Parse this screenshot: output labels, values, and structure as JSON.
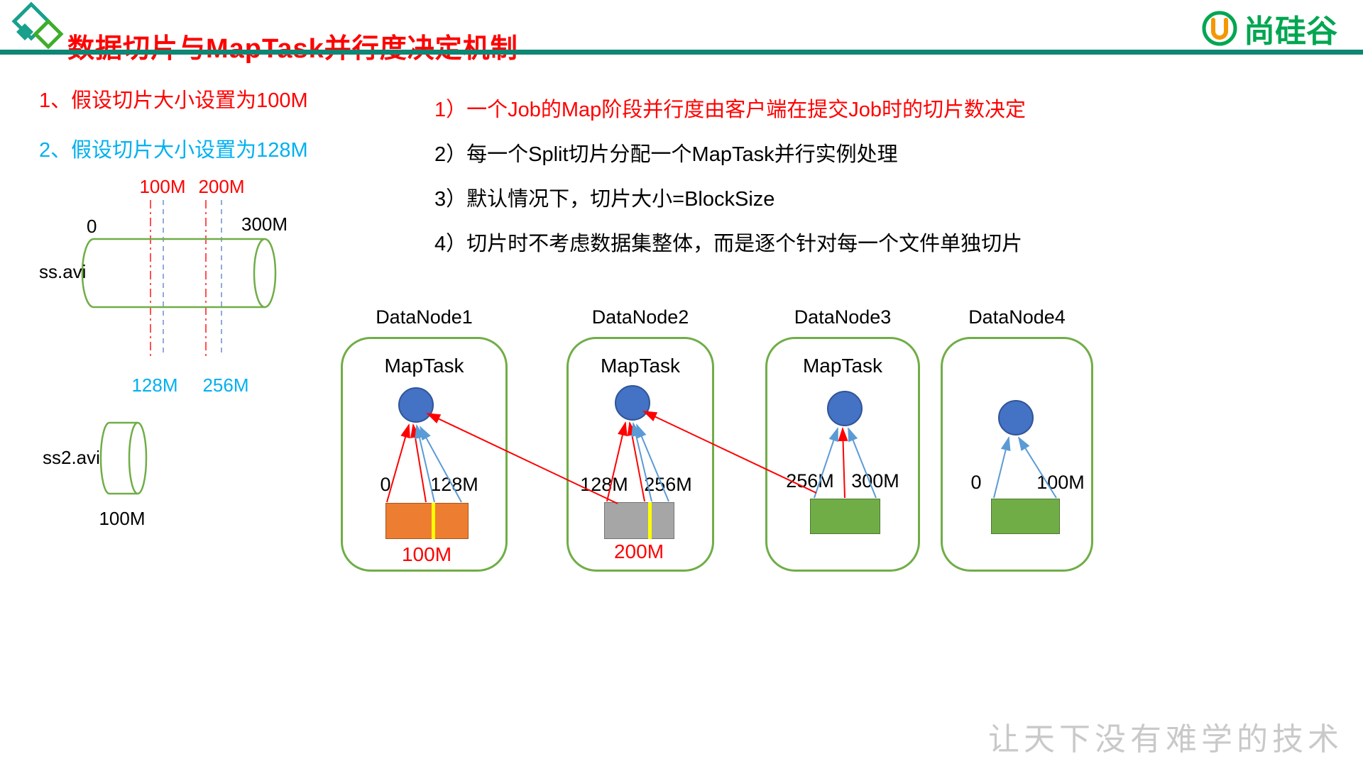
{
  "header": {
    "title": "数据切片与MapTask并行度决定机制",
    "logo_text": "尚硅谷"
  },
  "assumptions": [
    {
      "label": "1、假设切片大小设置为100M"
    },
    {
      "label": "2、假设切片大小设置为128M"
    }
  ],
  "file_diagram": {
    "file1_name": "ss.avi",
    "file1_start": "0",
    "file1_end": "300M",
    "red_mark1": "100M",
    "red_mark2": "200M",
    "blue_mark1": "128M",
    "blue_mark2": "256M",
    "file2_name": "ss2.avi",
    "file2_size": "100M"
  },
  "notes": [
    "1）一个Job的Map阶段并行度由客户端在提交Job时的切片数决定",
    "2）每一个Split切片分配一个MapTask并行实例处理",
    "3）默认情况下，切片大小=BlockSize",
    "4）切片时不考虑数据集整体，而是逐个针对每一个文件单独切片"
  ],
  "datanodes": [
    {
      "name": "DataNode1",
      "task_label": "MapTask",
      "range_start": "0",
      "range_end": "128M",
      "block_color": "#ED7D31",
      "split_label": "100M"
    },
    {
      "name": "DataNode2",
      "task_label": "MapTask",
      "range_start": "128M",
      "range_end": "256M",
      "block_color": "#A6A6A6",
      "split_label": "200M"
    },
    {
      "name": "DataNode3",
      "task_label": "MapTask",
      "range_start": "256M",
      "range_end": "300M",
      "block_color": "#70AD47",
      "split_label": ""
    },
    {
      "name": "DataNode4",
      "task_label": "",
      "range_start": "0",
      "range_end": "100M",
      "block_color": "#70AD47",
      "split_label": ""
    }
  ],
  "watermark": "让天下没有难学的技术",
  "colors": {
    "title_red": "#FF0000",
    "assumption_blue": "#00B0F0",
    "theme_green": "#70AD47",
    "divider_teal": "#0E8674",
    "node_circle_blue": "#4472C4",
    "arrow_red": "#FF0000",
    "arrow_blue": "#5B9BD5",
    "split_line_yellow": "#FFFF00",
    "logo_green": "#00A651"
  }
}
